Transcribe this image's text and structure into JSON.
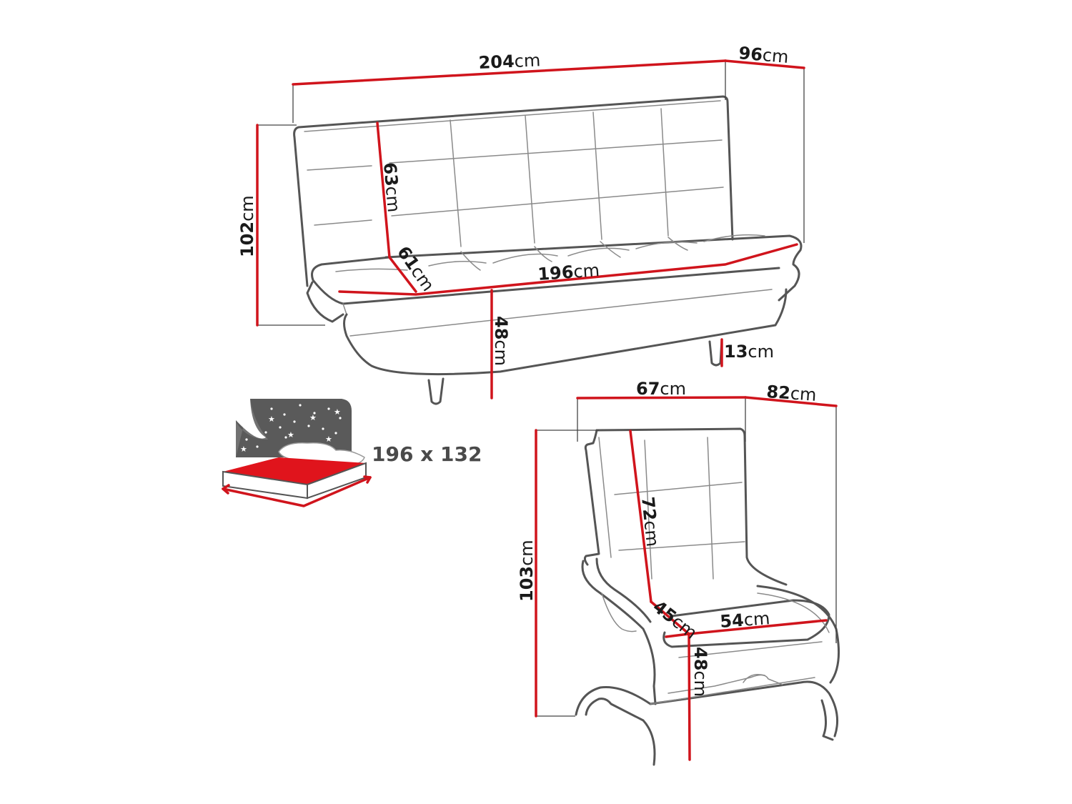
{
  "colors": {
    "dimension_line": "#d0141c",
    "outline": "#555555",
    "text": "#1a1a1a",
    "bed_icon_dark": "#5a5a5a",
    "bed_icon_red": "#e0141c"
  },
  "sofa": {
    "width": {
      "value": "204",
      "unit": "cm"
    },
    "depth": {
      "value": "96",
      "unit": "cm"
    },
    "height": {
      "value": "102",
      "unit": "cm"
    },
    "backrest_height": {
      "value": "63",
      "unit": "cm"
    },
    "seat_depth": {
      "value": "61",
      "unit": "cm"
    },
    "seat_width": {
      "value": "196",
      "unit": "cm"
    },
    "seat_height": {
      "value": "48",
      "unit": "cm"
    },
    "leg_height": {
      "value": "13",
      "unit": "cm"
    }
  },
  "sleeping_area": {
    "label": "196 x 132",
    "icon": "bed-icon"
  },
  "armchair": {
    "width": {
      "value": "67",
      "unit": "cm"
    },
    "depth": {
      "value": "82",
      "unit": "cm"
    },
    "height": {
      "value": "103",
      "unit": "cm"
    },
    "backrest_height": {
      "value": "72",
      "unit": "cm"
    },
    "seat_depth": {
      "value": "45",
      "unit": "cm"
    },
    "seat_width": {
      "value": "54",
      "unit": "cm"
    },
    "seat_height": {
      "value": "48",
      "unit": "cm"
    }
  }
}
